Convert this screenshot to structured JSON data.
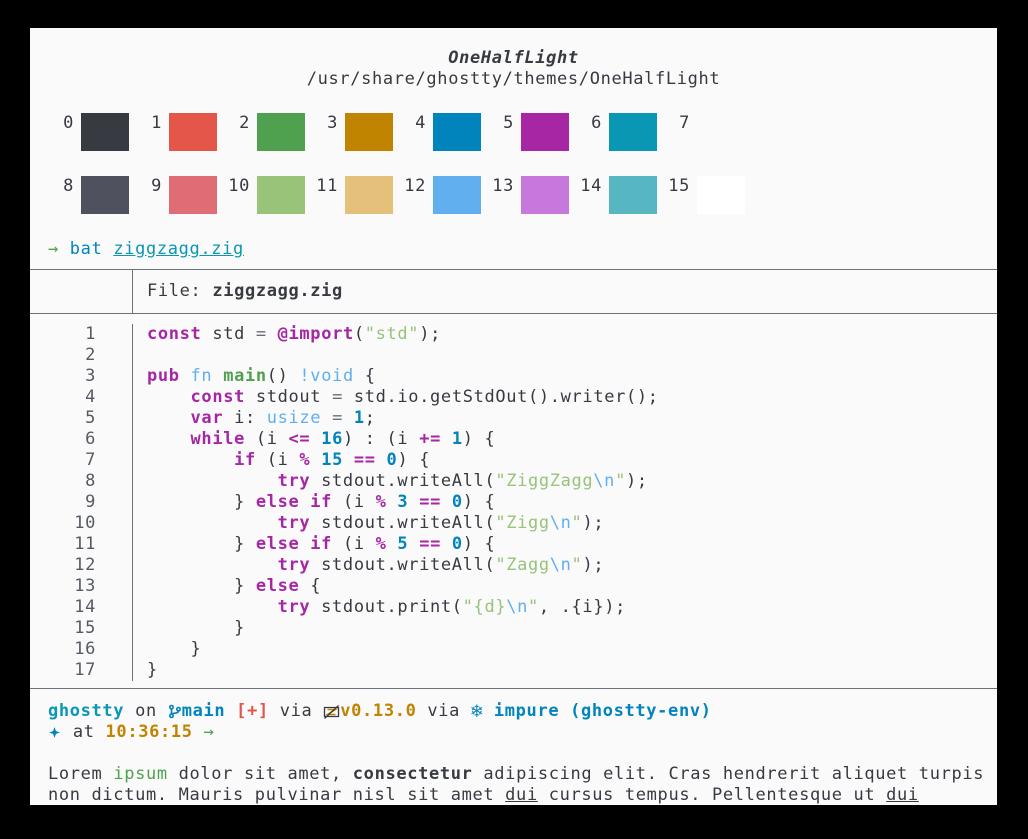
{
  "theme": {
    "name": "OneHalfLight",
    "path": "/usr/share/ghostty/themes/OneHalfLight"
  },
  "palette": {
    "rows": [
      [
        {
          "index": "0",
          "color": "#383a42"
        },
        {
          "index": "1",
          "color": "#e45649"
        },
        {
          "index": "2",
          "color": "#50a14f"
        },
        {
          "index": "3",
          "color": "#c18401"
        },
        {
          "index": "4",
          "color": "#0184bc"
        },
        {
          "index": "5",
          "color": "#a626a4"
        },
        {
          "index": "6",
          "color": "#0997b3"
        },
        {
          "index": "7",
          "color": "#fafafa"
        }
      ],
      [
        {
          "index": "8",
          "color": "#4f525e"
        },
        {
          "index": "9",
          "color": "#e06c75"
        },
        {
          "index": "10",
          "color": "#98c379"
        },
        {
          "index": "11",
          "color": "#e5c07b"
        },
        {
          "index": "12",
          "color": "#61afef"
        },
        {
          "index": "13",
          "color": "#c678dd"
        },
        {
          "index": "14",
          "color": "#56b6c2"
        },
        {
          "index": "15",
          "color": "#ffffff"
        }
      ]
    ]
  },
  "command": {
    "arrow": "→ ",
    "program": "bat",
    "space": " ",
    "argument": "ziggzagg.zig"
  },
  "bat": {
    "header_label": "File: ",
    "header_file": "ziggzagg.zig",
    "lines": [
      {
        "no": "1",
        "tokens": [
          [
            "k",
            "const"
          ],
          [
            "d",
            " std "
          ],
          [
            "dim",
            "="
          ],
          [
            "d",
            " "
          ],
          [
            "k",
            "@import"
          ],
          [
            "d",
            "("
          ],
          [
            "s",
            "\"std\""
          ],
          [
            "d",
            ");"
          ]
        ]
      },
      {
        "no": "2",
        "tokens": []
      },
      {
        "no": "3",
        "tokens": [
          [
            "k",
            "pub"
          ],
          [
            "d",
            " "
          ],
          [
            "t",
            "fn"
          ],
          [
            "d",
            " "
          ],
          [
            "f",
            "main"
          ],
          [
            "d",
            "() "
          ],
          [
            "t",
            "!void"
          ],
          [
            "d",
            " {"
          ]
        ]
      },
      {
        "no": "4",
        "tokens": [
          [
            "d",
            "    "
          ],
          [
            "k",
            "const"
          ],
          [
            "d",
            " stdout "
          ],
          [
            "dim",
            "="
          ],
          [
            "d",
            " std.io.getStdOut().writer();"
          ]
        ]
      },
      {
        "no": "5",
        "tokens": [
          [
            "d",
            "    "
          ],
          [
            "k",
            "var"
          ],
          [
            "d",
            " i: "
          ],
          [
            "t",
            "usize"
          ],
          [
            "d",
            " "
          ],
          [
            "dim",
            "="
          ],
          [
            "d",
            " "
          ],
          [
            "n",
            "1"
          ],
          [
            "d",
            ";"
          ]
        ]
      },
      {
        "no": "6",
        "tokens": [
          [
            "d",
            "    "
          ],
          [
            "k",
            "while"
          ],
          [
            "d",
            " (i "
          ],
          [
            "o",
            "<="
          ],
          [
            "d",
            " "
          ],
          [
            "n",
            "16"
          ],
          [
            "d",
            ") : (i "
          ],
          [
            "o",
            "+="
          ],
          [
            "d",
            " "
          ],
          [
            "n",
            "1"
          ],
          [
            "d",
            ") {"
          ]
        ]
      },
      {
        "no": "7",
        "tokens": [
          [
            "d",
            "        "
          ],
          [
            "k",
            "if"
          ],
          [
            "d",
            " (i "
          ],
          [
            "o",
            "%"
          ],
          [
            "d",
            " "
          ],
          [
            "n",
            "15"
          ],
          [
            "d",
            " "
          ],
          [
            "o",
            "=="
          ],
          [
            "d",
            " "
          ],
          [
            "n",
            "0"
          ],
          [
            "d",
            ") {"
          ]
        ]
      },
      {
        "no": "8",
        "tokens": [
          [
            "d",
            "            "
          ],
          [
            "k",
            "try"
          ],
          [
            "d",
            " stdout.writeAll("
          ],
          [
            "s",
            "\"ZiggZagg"
          ],
          [
            "e",
            "\\n"
          ],
          [
            "s",
            "\""
          ],
          [
            "d",
            ");"
          ]
        ]
      },
      {
        "no": "9",
        "tokens": [
          [
            "d",
            "        } "
          ],
          [
            "k",
            "else"
          ],
          [
            "d",
            " "
          ],
          [
            "k",
            "if"
          ],
          [
            "d",
            " (i "
          ],
          [
            "o",
            "%"
          ],
          [
            "d",
            " "
          ],
          [
            "n",
            "3"
          ],
          [
            "d",
            " "
          ],
          [
            "o",
            "=="
          ],
          [
            "d",
            " "
          ],
          [
            "n",
            "0"
          ],
          [
            "d",
            ") {"
          ]
        ]
      },
      {
        "no": "10",
        "tokens": [
          [
            "d",
            "            "
          ],
          [
            "k",
            "try"
          ],
          [
            "d",
            " stdout.writeAll("
          ],
          [
            "s",
            "\"Zigg"
          ],
          [
            "e",
            "\\n"
          ],
          [
            "s",
            "\""
          ],
          [
            "d",
            ");"
          ]
        ]
      },
      {
        "no": "11",
        "tokens": [
          [
            "d",
            "        } "
          ],
          [
            "k",
            "else"
          ],
          [
            "d",
            " "
          ],
          [
            "k",
            "if"
          ],
          [
            "d",
            " (i "
          ],
          [
            "o",
            "%"
          ],
          [
            "d",
            " "
          ],
          [
            "n",
            "5"
          ],
          [
            "d",
            " "
          ],
          [
            "o",
            "=="
          ],
          [
            "d",
            " "
          ],
          [
            "n",
            "0"
          ],
          [
            "d",
            ") {"
          ]
        ]
      },
      {
        "no": "12",
        "tokens": [
          [
            "d",
            "            "
          ],
          [
            "k",
            "try"
          ],
          [
            "d",
            " stdout.writeAll("
          ],
          [
            "s",
            "\"Zagg"
          ],
          [
            "e",
            "\\n"
          ],
          [
            "s",
            "\""
          ],
          [
            "d",
            ");"
          ]
        ]
      },
      {
        "no": "13",
        "tokens": [
          [
            "d",
            "        } "
          ],
          [
            "k",
            "else"
          ],
          [
            "d",
            " {"
          ]
        ]
      },
      {
        "no": "14",
        "tokens": [
          [
            "d",
            "            "
          ],
          [
            "k",
            "try"
          ],
          [
            "d",
            " stdout.print("
          ],
          [
            "s",
            "\"{d}"
          ],
          [
            "e",
            "\\n"
          ],
          [
            "s",
            "\""
          ],
          [
            "d",
            ", .{i});"
          ]
        ]
      },
      {
        "no": "15",
        "tokens": [
          [
            "d",
            "        }"
          ]
        ]
      },
      {
        "no": "16",
        "tokens": [
          [
            "d",
            "    }"
          ]
        ]
      },
      {
        "no": "17",
        "tokens": [
          [
            "d",
            "}"
          ]
        ]
      }
    ]
  },
  "prompt": {
    "dir": "ghostty",
    "on": " on ",
    "branch": "main",
    "git_status": " [+]",
    "via1": " via ",
    "zig_version": "v0.13.0",
    "via2": " via ",
    "nix_icon": "❄",
    "nix_shell": " impure (ghostty-env)",
    "at": " at ",
    "time": "10:36:15",
    "arrow": " →"
  },
  "lorem": {
    "l1a": "Lorem ",
    "l1_green": "ipsum",
    "l1b": " dolor sit amet, ",
    "l1_bold": "consectetur",
    "l1c": " adipiscing elit. Cras hendrerit aliquet turpis",
    "l2a": "non dictum. Mauris pulvinar nisl sit amet ",
    "l2_u1": "dui",
    "l2b": " cursus tempus. Pellentesque ut ",
    "l2_u2": "dui"
  },
  "colors": {
    "background": "#fafafa",
    "foreground": "#383a42",
    "accent_blue": "#0184bc",
    "accent_cyan": "#0997b3",
    "accent_green": "#50a14f",
    "accent_red": "#e45649",
    "accent_yellow": "#c18401",
    "accent_magenta": "#a626a4"
  }
}
